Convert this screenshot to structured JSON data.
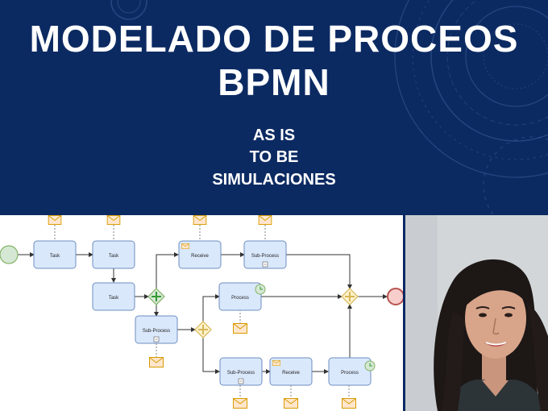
{
  "banner": {
    "title_line1": "MODELADO DE PROCEOS",
    "title_line2": "BPMN",
    "items": [
      "AS IS",
      "TO BE",
      "SIMULACIONES"
    ]
  },
  "diagram": {
    "tasks": {
      "task1": "Task",
      "task2": "Task",
      "task3": "Task",
      "receive1": "Receive",
      "subprocess1": "Sub-Process",
      "subprocess2": "Sub-Process",
      "process1": "Process",
      "subprocess3": "Sub-Process",
      "receive2": "Receive",
      "process2": "Process"
    }
  },
  "colors": {
    "banner": "#0c2a62",
    "task_fill": "#dae8fc",
    "task_stroke": "#6c8ebf",
    "start_event": "#d5e8d4",
    "end_event": "#f8cecc",
    "gateway": "#fff2cc",
    "message": "#ffe6cc"
  }
}
